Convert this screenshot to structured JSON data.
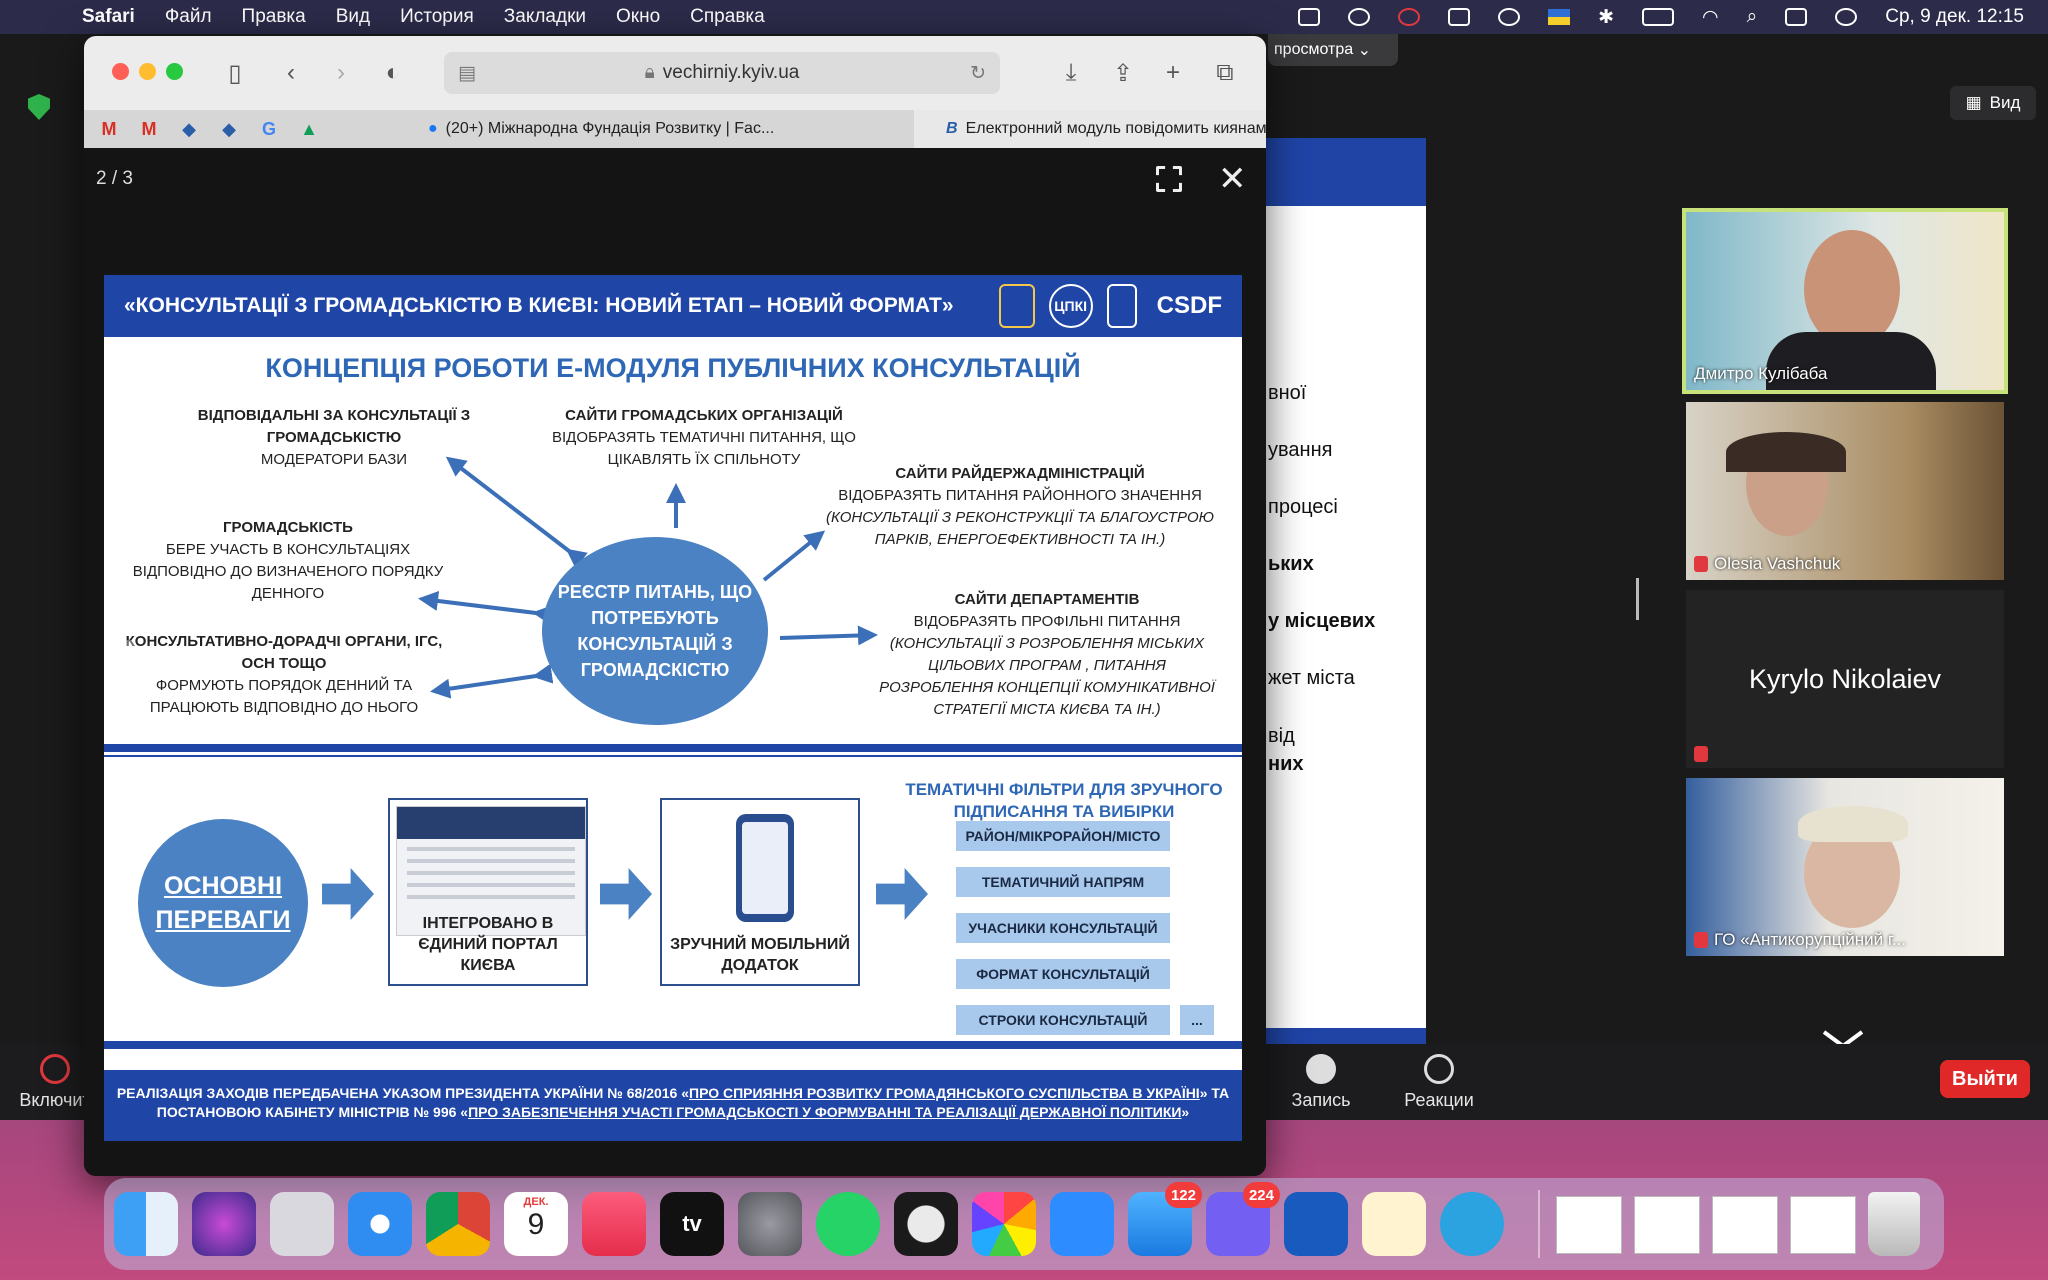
{
  "menubar": {
    "app": "Safari",
    "items": [
      "Файл",
      "Правка",
      "Вид",
      "История",
      "Закладки",
      "Окно",
      "Справка"
    ],
    "clock": "Ср, 9 дек.  12:15"
  },
  "zoom": {
    "top_tab": "просмотра",
    "view_button": "Вид",
    "shared_lines": [
      "вної",
      "ування",
      "процесі",
      "ьких",
      "у місцевих",
      "жет міста",
      "від",
      "них"
    ],
    "gallery": [
      {
        "name": "Дмитро Кулiбаба"
      },
      {
        "name": "Olesia Vashchuk"
      },
      {
        "name": "Kyrylo Nikolaiev"
      },
      {
        "name": "ГО «Антикорупційний г..."
      }
    ],
    "controls": {
      "unmute": "Включит",
      "record": "Запись",
      "reactions": "Реакции",
      "leave": "Выйти"
    }
  },
  "safari": {
    "url": "vechirniy.kyiv.ua",
    "tabs": [
      {
        "title": "(20+) Міжнародна Фундація Розвитку | Fac..."
      },
      {
        "title": "Електронний модуль повідомить киянам п..."
      }
    ]
  },
  "viewer": {
    "counter": "2 / 3"
  },
  "slide": {
    "header": "«КОНСУЛЬТАЦІЇ З ГРОМАДСЬКІСТЮ В КИЄВІ: НОВИЙ ЕТАП – НОВИЙ ФОРМАТ»",
    "logos": [
      "ЦПКІ",
      "CSDF"
    ],
    "title": "КОНЦЕПЦІЯ РОБОТИ Е-МОДУЛЯ ПУБЛІЧНИХ КОНСУЛЬТАЦІЙ",
    "center": "РЕЄСТР ПИТАНЬ, ЩО ПОТРЕБУЮТЬ КОНСУЛЬТАЦІЙ З ГРОМАДСКІСТЮ",
    "blocks": {
      "responsible": {
        "t": "ВІДПОВІДАЛЬНІ ЗА КОНСУЛЬТАЦІЇ З ГРОМАДСЬКІСТЮ",
        "d": "МОДЕРАТОРИ БАЗИ"
      },
      "ngo_sites": {
        "t": "САЙТИ ГРОМАДСЬКИХ ОРГАНІЗАЦІЙ",
        "d": "ВІДОБРАЗЯТЬ ТЕМАТИЧНІ ПИТАННЯ, ЩО ЦІКАВЛЯТЬ ЇХ СПІЛЬНОТУ"
      },
      "district_sites": {
        "t": "САЙТИ РАЙДЕРЖАДМІНІСТРАЦІЙ",
        "d": "ВІДОБРАЗЯТЬ ПИТАННЯ РАЙОННОГО ЗНАЧЕННЯ",
        "i": "(КОНСУЛЬТАЦІЇ З РЕКОНСТРУКЦІЇ ТА БЛАГОУСТРОЮ ПАРКІВ, ЕНЕРГОЕФЕКТИВНОСТІ ТА ІН.)"
      },
      "public": {
        "t": "ГРОМАДСЬКІСТЬ",
        "d": "БЕРЕ УЧАСТЬ В КОНСУЛЬТАЦІЯХ ВІДПОВІДНО ДО ВИЗНАЧЕНОГО ПОРЯДКУ ДЕННОГО"
      },
      "departments": {
        "t": "САЙТИ ДЕПАРТАМЕНТІВ",
        "d": "ВІДОБРАЗЯТЬ ПРОФІЛЬНІ ПИТАННЯ",
        "i": "(КОНСУЛЬТАЦІЇ З РОЗРОБЛЕННЯ  МІСЬКИХ ЦІЛЬОВИХ ПРОГРАМ , ПИТАННЯ РОЗРОБЛЕННЯ КОНЦЕПЦІЇ КОМУНІКАТИВНОЇ СТРАТЕГІЇ  МІСТА КИЄВА  ТА ІН.)"
      },
      "advisory": {
        "t": "КОНСУЛЬТАТИВНО-ДОРАДЧІ ОРГАНИ, ІГС, ОСН ТОЩО",
        "d": "ФОРМУЮТЬ ПОРЯДОК ДЕННИЙ ТА ПРАЦЮЮТЬ ВІДПОВІДНО ДО НЬОГО"
      }
    },
    "advantages": "ОСНОВНІ ПЕРЕВАГИ",
    "portal": "ІНТЕГРОВАНО В ЄДИНИЙ ПОРТАЛ КИЄВА",
    "mobile": "ЗРУЧНИЙ МОБІЛЬНИЙ ДОДАТОК",
    "filters_title": "ТЕМАТИЧНІ ФІЛЬТРИ ДЛЯ ЗРУЧНОГО ПІДПИСАННЯ ТА ВИБІРКИ",
    "filters": [
      "РАЙОН/МІКРОРАЙОН/МІСТО",
      "ТЕМАТИЧНИЙ НАПРЯМ",
      "УЧАСНИКИ КОНСУЛЬТАЦІЙ",
      "ФОРМАТ КОНСУЛЬТАЦІЙ",
      "СТРОКИ КОНСУЛЬТАЦІЙ",
      "..."
    ],
    "footer1": "РЕАЛІЗАЦІЯ ЗАХОДІВ ПЕРЕДБАЧЕНА УКАЗОМ ПРЕЗИДЕНТА УКРАЇНИ  № 68/2016 «",
    "footer1_link": "ПРО СПРИЯННЯ РОЗВИТКУ ГРОМАДЯНСЬКОГО СУСПІЛЬСТВА В УКРАЇНІ",
    "footer1_end": "» ТА",
    "footer2": "ПОСТАНОВОЮ  КАБІНЕТУ МІНІСТРІВ № 996 «",
    "footer2_link": "ПРО ЗАБЕЗПЕЧЕННЯ УЧАСТІ ГРОМАДСЬКОСТІ У ФОРМУВАННІ ТА РЕАЛІЗАЦІЇ ДЕРЖАВНОЇ ПОЛІТИКИ",
    "footer2_end": "»"
  },
  "dock": {
    "calendar_month": "ДЕК.",
    "calendar_day": "9",
    "mail_badge": "122",
    "viber_badge": "224",
    "tv_label": "tv"
  }
}
